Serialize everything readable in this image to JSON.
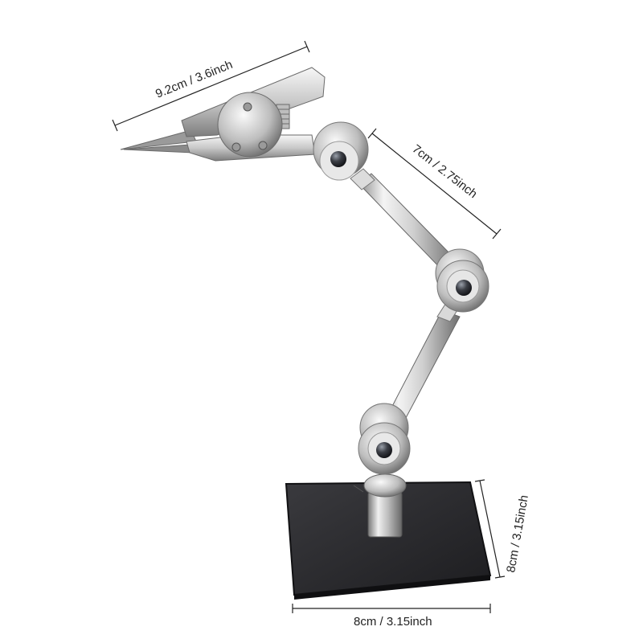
{
  "product": {
    "name": "helping-hand-clamp-stand",
    "colors": {
      "background": "#ffffff",
      "metal_light": "#f2f2f2",
      "metal_mid": "#c4c4c4",
      "metal_dark": "#7a7a7a",
      "base": "#2b2b2e",
      "base_edge": "#111113",
      "ball": "#3a3d44",
      "dimension_line": "#222222"
    }
  },
  "dimensions": {
    "clip_length": "9.2cm / 3.6inch",
    "arm_length": "7cm / 2.75inch",
    "base_height": "8cm / 3.15inch",
    "base_width": "8cm / 3.15inch"
  }
}
